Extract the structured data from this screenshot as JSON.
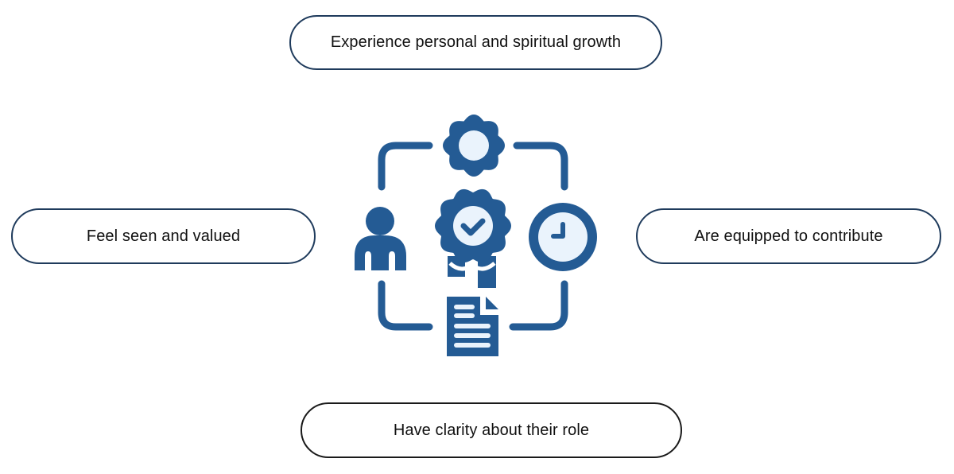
{
  "diagram": {
    "type": "central-icon-with-four-outcomes",
    "colors": {
      "icon_primary": "#245b94",
      "icon_light": "#eaf3fc",
      "pill_border": "#1f3b5c",
      "pill_border_bottom": "#1a1a1a",
      "text": "#111111",
      "background": "#ffffff"
    },
    "outcomes": {
      "top": "Experience personal and spiritual growth",
      "left": "Feel seen and valued",
      "right": "Are equipped to contribute",
      "bottom": "Have clarity about their role"
    },
    "center_icons": [
      "gear-icon",
      "person-icon",
      "award-badge-icon",
      "clock-icon",
      "document-icon"
    ]
  }
}
